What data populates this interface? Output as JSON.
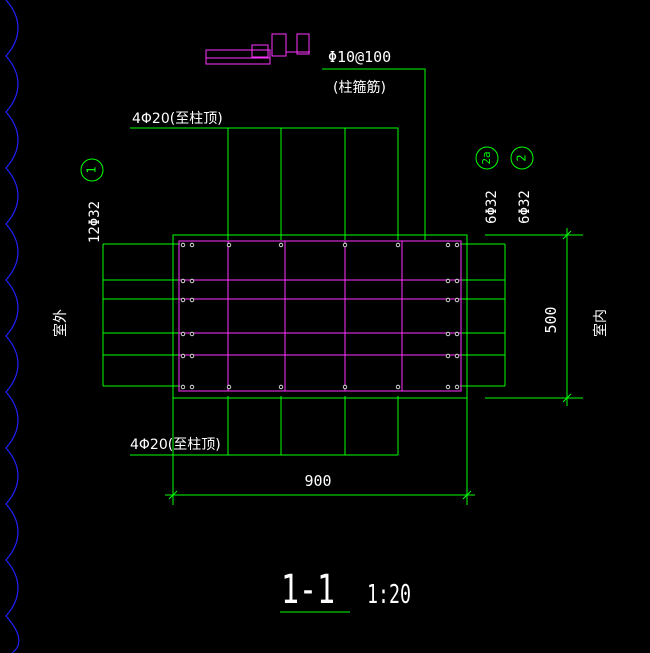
{
  "labels": {
    "stirrup_spec": "Φ10@100",
    "stirrup_note": "(柱箍筋)",
    "top_bars": "4Φ20(至柱顶)",
    "bottom_bars": "4Φ20(至柱顶)",
    "left_bars": "12Φ32",
    "right_bars_a": "6Φ32",
    "right_bars_b": "6Φ32",
    "outside": "室外",
    "inside": "室内",
    "dim_width": "900",
    "dim_height": "500",
    "section_title": "1-1",
    "scale": "1:20"
  },
  "markers": {
    "left": "1",
    "right_a": "2a",
    "right_b": "2"
  },
  "colors": {
    "background": "#000000",
    "rebar_lines": "#00ff00",
    "stirrups": "#ff33ff",
    "border_wave": "#2222ff",
    "text": "#ffffff"
  }
}
